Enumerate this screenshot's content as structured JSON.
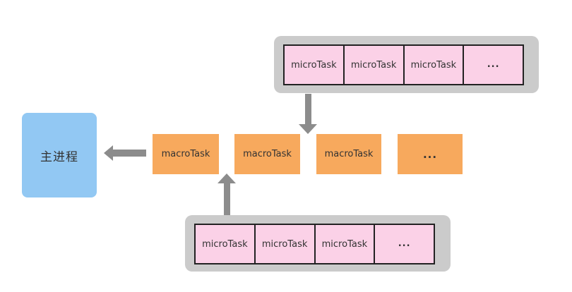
{
  "colors": {
    "canvas_bg": "#ffffff",
    "queue_container_bg": "#cbcbcb",
    "micro_cell_bg": "#fbd1e7",
    "micro_cell_border": "#222222",
    "macro_box_bg": "#f7a95d",
    "main_process_bg": "#92c8f3",
    "arrow": "#8c8c8c",
    "text": "#333333"
  },
  "main_process": {
    "label": "主进程"
  },
  "macro_queue": {
    "items": [
      "macroTask",
      "macroTask",
      "macroTask",
      "..."
    ]
  },
  "micro_queue_top": {
    "cells": [
      "microTask",
      "microTask",
      "microTask",
      "..."
    ]
  },
  "micro_queue_bottom": {
    "cells": [
      "microTask",
      "microTask",
      "microTask",
      "..."
    ]
  },
  "icons": {
    "arrow_down": "microtask-queue-to-macrotask-arrow-down",
    "arrow_up": "microtask-queue-to-macrotask-arrow-up",
    "arrow_left": "macrotask-to-main-process-arrow-left"
  }
}
